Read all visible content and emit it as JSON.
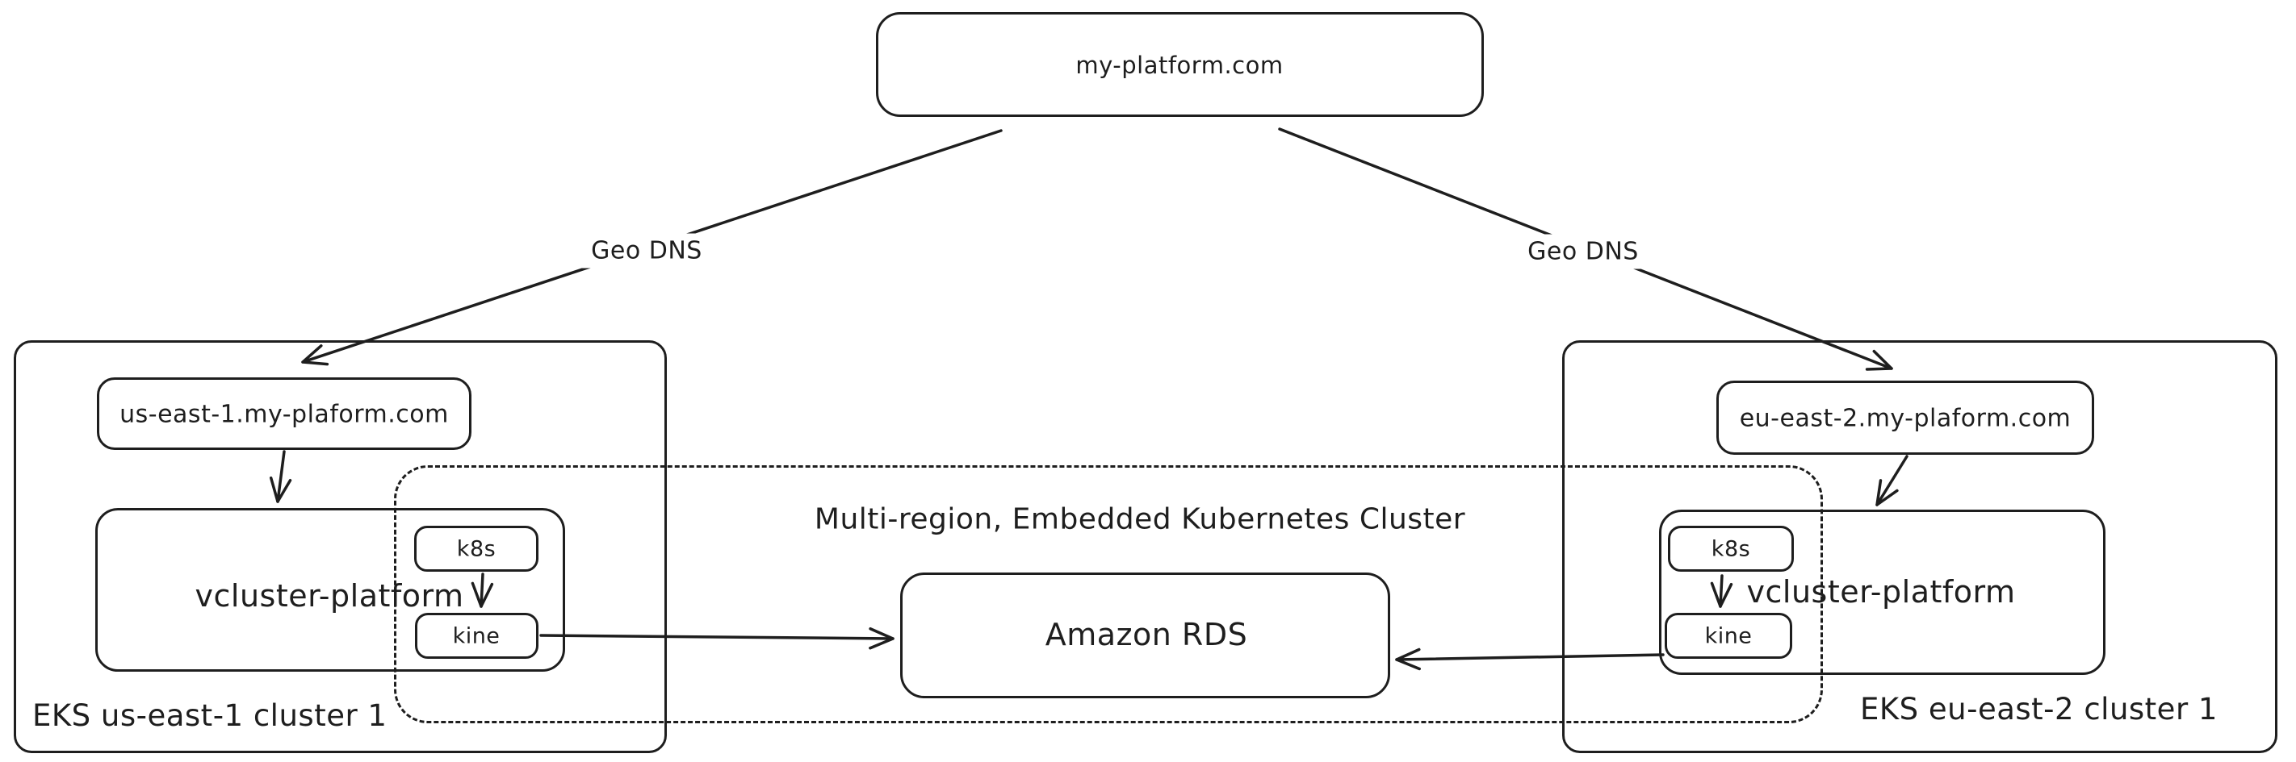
{
  "diagram": {
    "type": "architecture-diagram",
    "title": "Multi-region, Embedded Kubernetes Cluster",
    "colors": {
      "stroke": "#1e1e1e",
      "background": "#ffffff"
    },
    "nodes": {
      "root_domain": "my-platform.com",
      "left_region_domain": "us-east-1.my-plaform.com",
      "right_region_domain": "eu-east-2.my-plaform.com",
      "left_cluster_label": "EKS us-east-1 cluster 1",
      "right_cluster_label": "EKS eu-east-2 cluster 1",
      "left_platform": "vcluster-platform",
      "right_platform": "vcluster-platform",
      "left_k8s": "k8s",
      "right_k8s": "k8s",
      "left_kine": "kine",
      "right_kine": "kine",
      "database": "Amazon RDS"
    },
    "edge_labels": {
      "geo_dns_left": "Geo DNS",
      "geo_dns_right": "Geo DNS"
    }
  }
}
